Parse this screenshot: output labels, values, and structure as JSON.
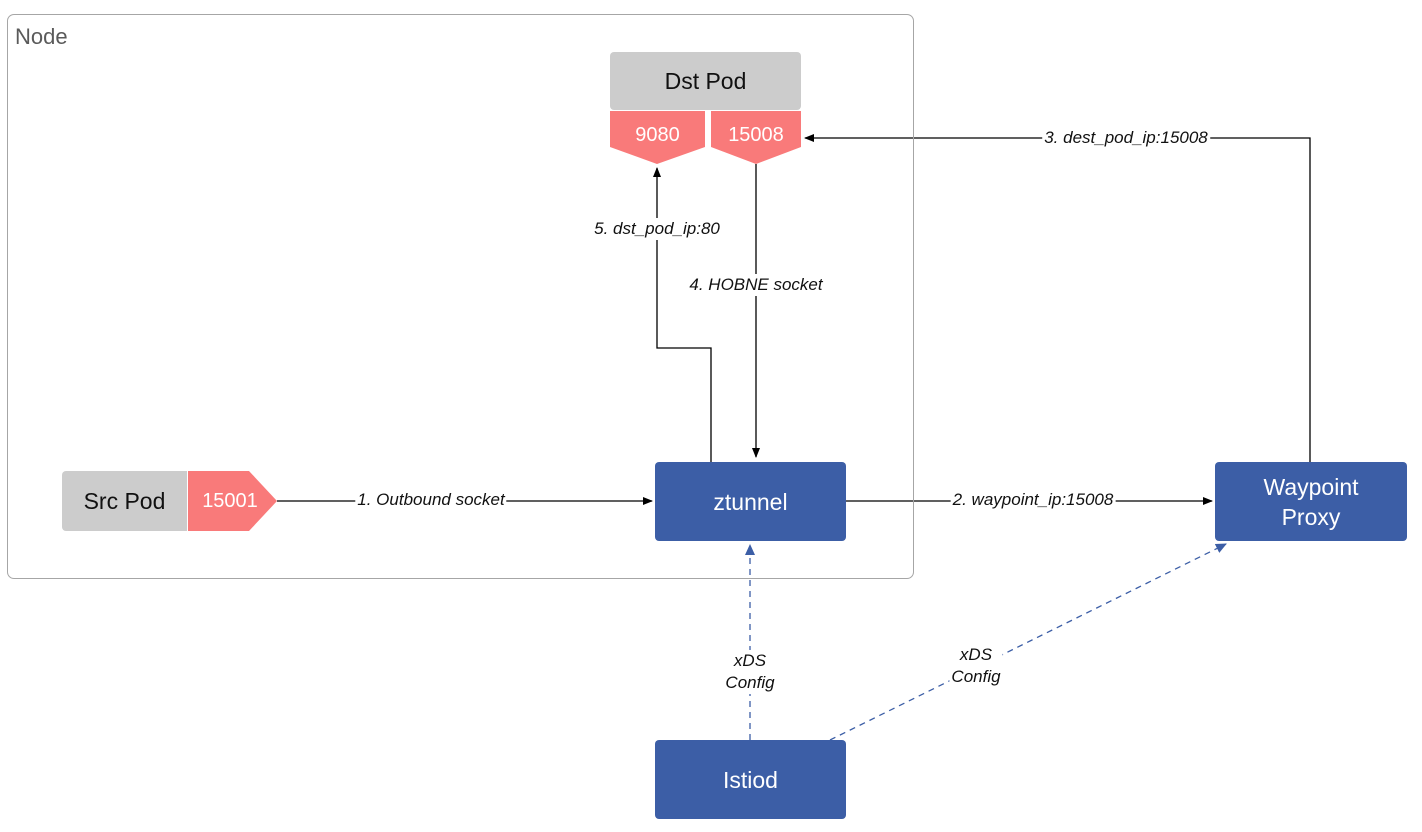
{
  "node": {
    "label": "Node"
  },
  "pods": {
    "src": {
      "label": "Src Pod",
      "port": "15001"
    },
    "dst": {
      "label": "Dst Pod",
      "ports": [
        "9080",
        "15008"
      ]
    }
  },
  "components": {
    "ztunnel": "ztunnel",
    "waypoint": "Waypoint Proxy",
    "istiod": "Istiod"
  },
  "edges": {
    "e1": "1. Outbound socket",
    "e2": "2. waypoint_ip:15008",
    "e3": "3. dest_pod_ip:15008",
    "e4": "4. HOBNE socket",
    "e5": "5. dst_pod_ip:80",
    "xds_ztunnel": "xDS\nConfig",
    "xds_waypoint": "xDS\nConfig"
  },
  "colors": {
    "service": "#3c5ea6",
    "pod": "#cccccc",
    "port": "#f97a7a",
    "config_line": "#3c5ea6",
    "frame": "#a6a6a6"
  }
}
